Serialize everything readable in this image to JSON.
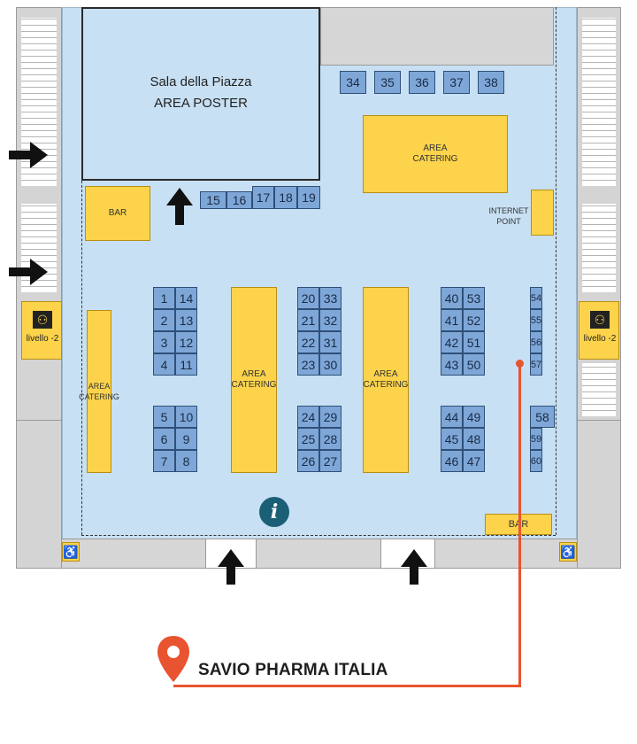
{
  "map": {
    "sala": {
      "name": "Sala della Piazza",
      "subtitle": "AREA POSTER"
    },
    "bar_left": "BAR",
    "bar_bottom": "BAR",
    "area_catering": "AREA CATERING",
    "area_catering_l1": "AREA",
    "area_catering_l2": "CATERING",
    "internet_point_l1": "INTERNET",
    "internet_point_l2": "POINT",
    "lift_label": "livello -2",
    "info_symbol": "i",
    "exhibitor": "SAVIO PHARMA ITALIA",
    "colors": {
      "hall": "#c8e0f3",
      "booth": "#7ea7d8",
      "catering": "#fcd34b",
      "marker": "#e8542f"
    }
  },
  "booths": {
    "top_row": [
      "34",
      "35",
      "36",
      "37",
      "38"
    ],
    "sala_row": [
      "15",
      "16",
      "17",
      "18",
      "19"
    ],
    "col_a_top": [
      [
        "1",
        "14"
      ],
      [
        "2",
        "13"
      ],
      [
        "3",
        "12"
      ],
      [
        "4",
        "11"
      ]
    ],
    "col_a_bot": [
      [
        "5",
        "10"
      ],
      [
        "6",
        "9"
      ],
      [
        "7",
        "8"
      ]
    ],
    "col_b_top": [
      [
        "20",
        "33"
      ],
      [
        "21",
        "32"
      ],
      [
        "22",
        "31"
      ],
      [
        "23",
        "30"
      ]
    ],
    "col_b_bot": [
      [
        "24",
        "29"
      ],
      [
        "25",
        "28"
      ],
      [
        "26",
        "27"
      ]
    ],
    "col_c_top": [
      [
        "40",
        "53"
      ],
      [
        "41",
        "52"
      ],
      [
        "42",
        "51"
      ],
      [
        "43",
        "50"
      ]
    ],
    "col_c_bot": [
      [
        "44",
        "49"
      ],
      [
        "45",
        "48"
      ],
      [
        "46",
        "47"
      ]
    ],
    "right_top": [
      "54",
      "55",
      "56",
      "57"
    ],
    "right_58": "58",
    "right_bot": [
      "59",
      "60"
    ]
  }
}
